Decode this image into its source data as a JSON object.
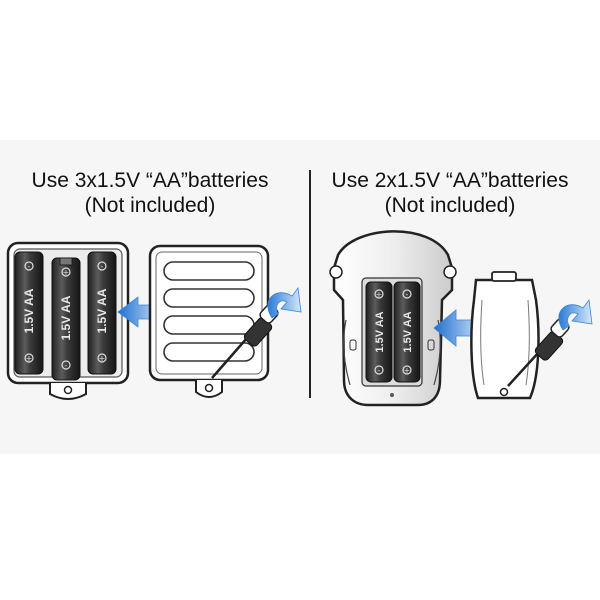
{
  "left_panel": {
    "heading_line1": "Use 3x1.5V “AA”batteries",
    "heading_line2": "(Not included)",
    "battery_label": "1.5V AA"
  },
  "right_panel": {
    "heading_line1": "Use 2x1.5V “AA”batteries",
    "heading_line2": "(Not included)",
    "battery_label": "1.5V AA"
  },
  "colors": {
    "background": "#f6f6f6",
    "arrow": "#4a8fdc",
    "outline": "#222222"
  },
  "icons": [
    "battery-compartment-icon",
    "compartment-cover-icon",
    "screwdriver-icon",
    "rotate-arrow-icon",
    "insert-arrow-icon"
  ]
}
